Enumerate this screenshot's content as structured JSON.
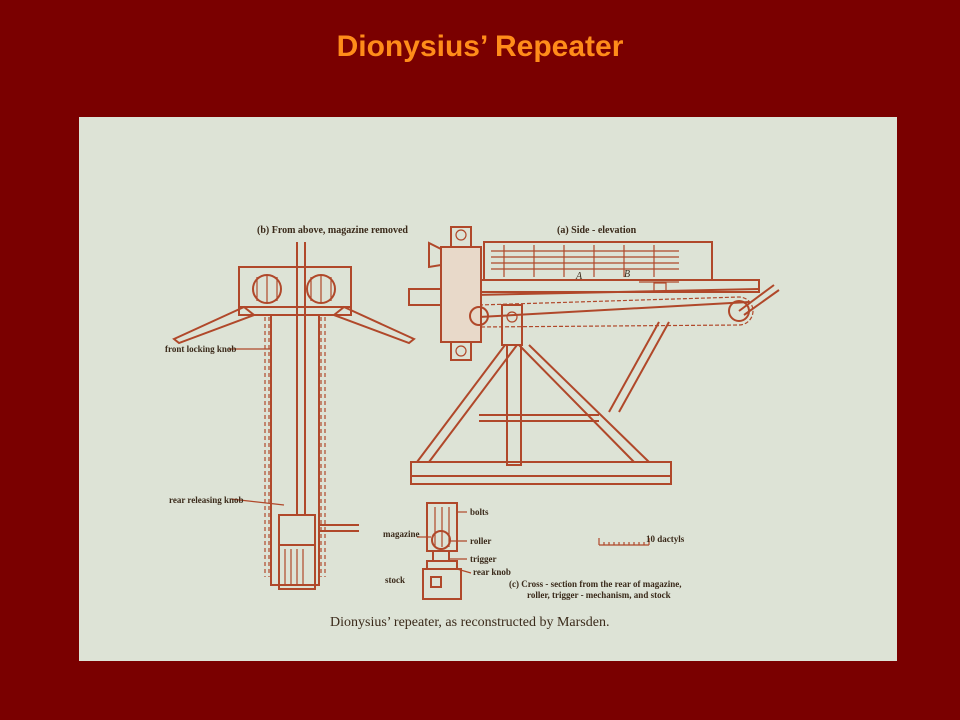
{
  "slide": {
    "title": "Dionysius’ Repeater"
  },
  "figure": {
    "label_b": "(b)  From above, magazine removed",
    "label_a": "(a)  Side - elevation",
    "label_A": "A",
    "label_B": "B",
    "front_locking_knob": "front locking knob",
    "rear_releasing_knob": "rear releasing knob",
    "bolts": "bolts",
    "magazine": "magazine",
    "roller": "roller",
    "trigger": "trigger",
    "rear_knob": "rear knob",
    "stock": "stock",
    "scale_label": "10 dactyls",
    "label_c_line1": "(c)  Cross - section from the rear of magazine,",
    "label_c_line2": "roller, trigger - mechanism, and stock",
    "caption": "Dionysius’ repeater, as reconstructed by Marsden."
  },
  "colors": {
    "background": "#7a0000",
    "title": "#ff8c1a",
    "panel": "#dde3d6",
    "drawing": "#b0482a"
  }
}
